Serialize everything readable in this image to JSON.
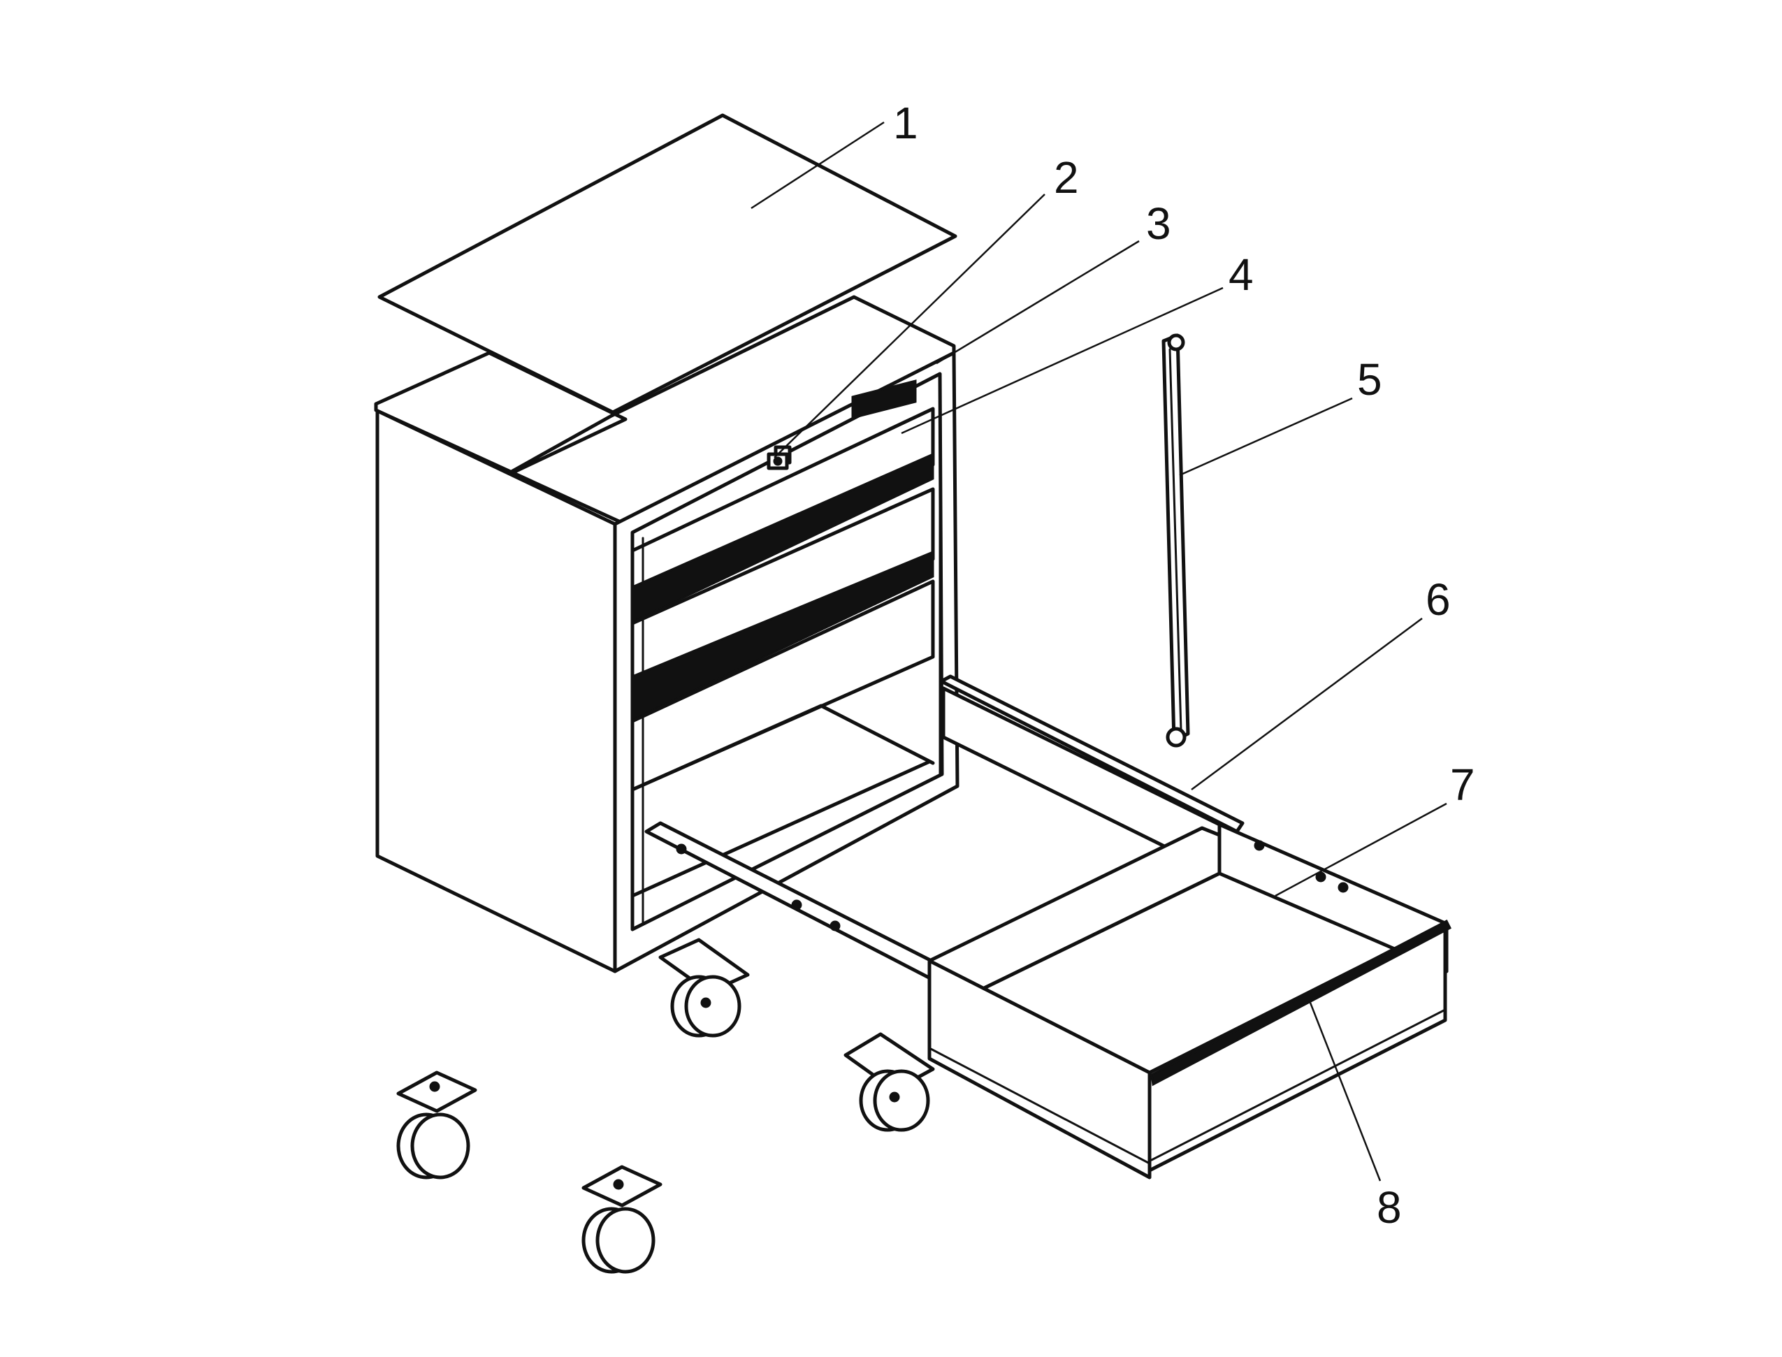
{
  "figure": {
    "callouts": [
      {
        "id": "1",
        "label": "1"
      },
      {
        "id": "2",
        "label": "2"
      },
      {
        "id": "3",
        "label": "3"
      },
      {
        "id": "4",
        "label": "4"
      },
      {
        "id": "5",
        "label": "5"
      },
      {
        "id": "6",
        "label": "6"
      },
      {
        "id": "7",
        "label": "7"
      },
      {
        "id": "8",
        "label": "8"
      }
    ]
  },
  "colors": {
    "line": "#111111",
    "background": "#ffffff"
  }
}
